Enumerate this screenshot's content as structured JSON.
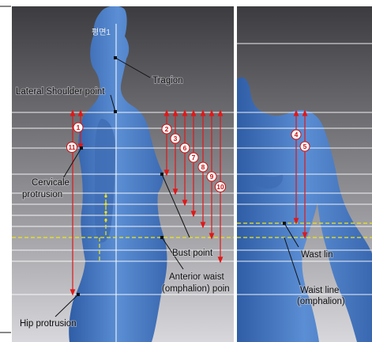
{
  "left_panel": {
    "plane_label": "평면1",
    "labels": {
      "tragion": "Tragion",
      "lateral_shoulder": "Lateral Shoulder point",
      "cervicale": "Cervicale",
      "cervicale_2": "protrusion",
      "bust": "Bust point",
      "anterior_waist": "Anterior waist",
      "anterior_waist_2": "(omphalion) poin",
      "hip": "Hip protrusion"
    },
    "markers": [
      "1",
      "11",
      "2",
      "3",
      "6",
      "7",
      "8",
      "9",
      "10"
    ]
  },
  "right_panel": {
    "labels": {
      "waist_line_1": "Wast lin",
      "waist_line_2": "Waist line",
      "waist_line_3": "(omphalion)"
    },
    "markers": [
      "4",
      "5"
    ]
  },
  "colors": {
    "background_top": "#3c3c40",
    "background_bottom": "#d4d4d8",
    "body": "#4f7fc6",
    "measure_line": "#e01818",
    "guide_line": "#ffffff",
    "dashed_line": "#f0e614"
  }
}
